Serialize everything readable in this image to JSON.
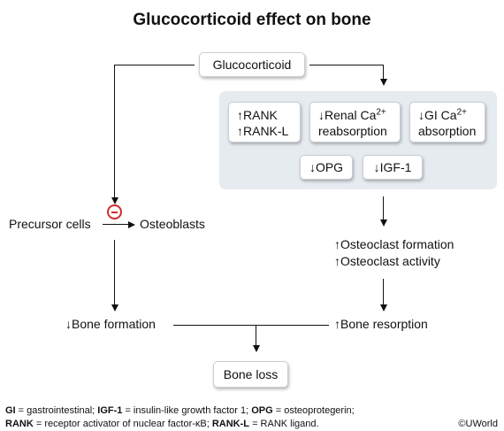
{
  "title": "Glucocorticoid effect on bone",
  "nodes": {
    "glucocorticoid": "Glucocorticoid",
    "rank_line1": "↑RANK",
    "rank_line2": "↑RANK-L",
    "renal_line1": "↓Renal Ca",
    "renal_sup": "2+",
    "renal_line2": "reabsorption",
    "gi_line1": "↓GI Ca",
    "gi_sup": "2+",
    "gi_line2": "absorption",
    "opg": "↓OPG",
    "igf1": "↓IGF-1",
    "precursor_cells": "Precursor cells",
    "osteoblasts": "Osteoblasts",
    "osteoclast_formation": "↑Osteoclast formation",
    "osteoclast_activity": "↑Osteoclast activity",
    "bone_formation": "↓Bone formation",
    "bone_resorption": "↑Bone resorption",
    "bone_loss": "Bone loss"
  },
  "inhibition_symbol": "minus-circle",
  "colors": {
    "panel": "#e6ebf0",
    "inhibition": "#d32a2a"
  },
  "footnote": {
    "gi_abbr": "GI",
    "gi_def": " = gastrointestinal; ",
    "igf_abbr": "IGF-1",
    "igf_def": " = insulin-like growth factor 1; ",
    "opg_abbr": "OPG",
    "opg_def": " = osteoprotegerin;",
    "rank_abbr": "RANK",
    "rank_def": " = receptor activator of nuclear factor-κB; ",
    "rankl_abbr": "RANK-L",
    "rankl_def": " = RANK ligand."
  },
  "copyright": "©UWorld"
}
